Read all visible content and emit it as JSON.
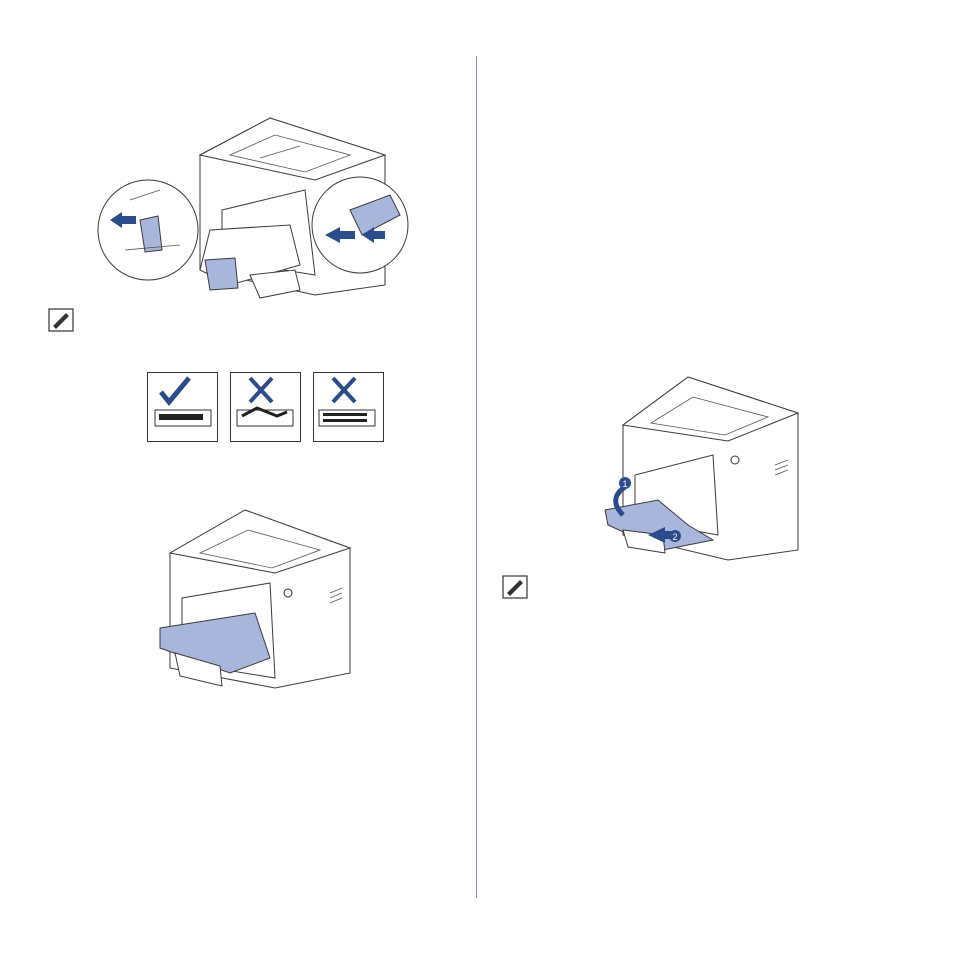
{
  "figures": {
    "guide_adjust": {
      "label": "paper-guide-adjust-illustration"
    },
    "paper_examples": {
      "items": [
        {
          "status": "correct",
          "mark": "check-icon"
        },
        {
          "status": "incorrect",
          "mark": "cross-icon"
        },
        {
          "status": "incorrect",
          "mark": "cross-icon"
        }
      ]
    },
    "tray_cover": {
      "label": "tray-cover-illustration"
    },
    "tray_steps": {
      "step1": "1",
      "step2": "2"
    }
  },
  "colors": {
    "accent_blue": "#a9b6dc",
    "arrow_blue": "#2b4b8a",
    "rule": "#8a8fb0"
  }
}
